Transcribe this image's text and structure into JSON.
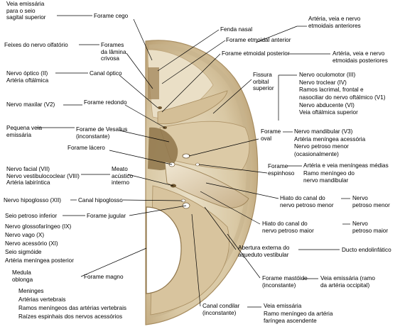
{
  "colors": {
    "bone_light": "#e8dcc0",
    "bone_mid": "#cdb893",
    "bone_dark": "#8e7449",
    "bone_rim": "#b9a27a",
    "leader": "#000000"
  },
  "labels": {
    "veia_emissaria_seio": [
      "Veia emissária",
      "para o seio",
      "sagital superior"
    ],
    "forame_cego": [
      "Forame cego"
    ],
    "arteria_etmoidais_ant": [
      "Artéria, veia e nervo",
      "etmoidais anteriores"
    ],
    "fenda_nasal": [
      "Fenda nasal"
    ],
    "forame_etmoidal_ant": [
      "Forame etmoidal anterior"
    ],
    "feixes_olfatorio": [
      "Feixes do nervo olfatório"
    ],
    "forames_lamina": [
      "Forames",
      "da lâmina",
      "crivosa"
    ],
    "forame_etmoidal_post": [
      "Forame etmoidal posterior"
    ],
    "arteria_etmoidais_post": [
      "Artéria, veia e nervo",
      "etmoidais posteriores"
    ],
    "nervo_optico": [
      "Nervo óptico (II)",
      "Artéria oftálmica"
    ],
    "canal_optico": [
      "Canal óptico"
    ],
    "fissura_orbital": [
      "Fissura",
      "orbital",
      "superior"
    ],
    "nervos_fissura": [
      "Nervo oculomotor (III)",
      "Nervo troclear (IV)",
      "Ramos lacrimal, frontal e",
      "nasociliar do nervo oftálmico (V1)",
      "Nervo abducente (VI)",
      "Veia oftálmica superior"
    ],
    "nervo_maxilar": [
      "Nervo maxilar (V2)"
    ],
    "forame_redondo": [
      "Forame redondo"
    ],
    "pequena_veia": [
      "Pequena veia",
      "emissária"
    ],
    "forame_vesalius": [
      "Forame de Vesalius",
      "(inconstante)"
    ],
    "forame_oval": [
      "Forame",
      "oval"
    ],
    "nervos_oval": [
      "Nervo mandibular (V3)",
      "Artéria meníngea acessória",
      "Nervo petroso menor",
      "(ocasionalmente)"
    ],
    "forame_lacero": [
      "Forame lácero"
    ],
    "forame_espinhoso": [
      "Forame",
      "espinhoso"
    ],
    "arteria_meningeas": [
      "Artéria e veia meníngeas médias",
      "Ramo meníngeo do",
      "nervo mandibular"
    ],
    "nervo_facial": [
      "Nervo facial (VII)",
      "Nervo vestibulococlear (VIII)",
      "Artéria labiríntica"
    ],
    "meato_acustico": [
      "Meato",
      "acústico",
      "interno"
    ],
    "nervo_hipoglosso": [
      "Nervo hipoglosso (XII)"
    ],
    "canal_hipoglosso": [
      "Canal hipoglosso"
    ],
    "hiato_menor": [
      "Hiato do canal do",
      "nervo petroso menor"
    ],
    "nervo_petroso_menor": [
      "Nervo",
      "petroso menor"
    ],
    "seio_petroso": [
      "Seio petroso inferior"
    ],
    "forame_jugular": [
      "Forame jugular"
    ],
    "nervos_jugular": [
      "Nervo glossofaríngeo (IX)",
      "Nervo vago (X)",
      "Nervo acessório (XI)",
      "Seio sigmóide",
      "Artéria meníngea posterior"
    ],
    "hiato_maior": [
      "Hiato do canal do",
      "nervo petroso maior"
    ],
    "nervo_petroso_maior": [
      "Nervo",
      "petroso maior"
    ],
    "abertura_aqueduto": [
      "Abertura externa do",
      "aqueduto vestibular"
    ],
    "ducto_endolinfatico": [
      "Ducto endolinfático"
    ],
    "medula": [
      "Medula",
      "oblonga"
    ],
    "forame_magno": [
      "Forame magno"
    ],
    "conteudo_magno": [
      "Meninges",
      "Artérias vertebrais",
      "Ramos meníngeos das artérias vertebrais",
      "Raízes espinhais dos nervos acessórios"
    ],
    "forame_mastoide": [
      "Forame mastóide",
      "(inconstante)"
    ],
    "veia_mastoide": [
      "Veia emissária (ramo",
      "da artéria occipital)"
    ],
    "canal_condilar": [
      "Canal condilar",
      "(inconstante)"
    ],
    "veia_condilar": [
      "Veia emissária",
      "Ramo meníngeo da artéria",
      "faríngea ascendente"
    ]
  }
}
